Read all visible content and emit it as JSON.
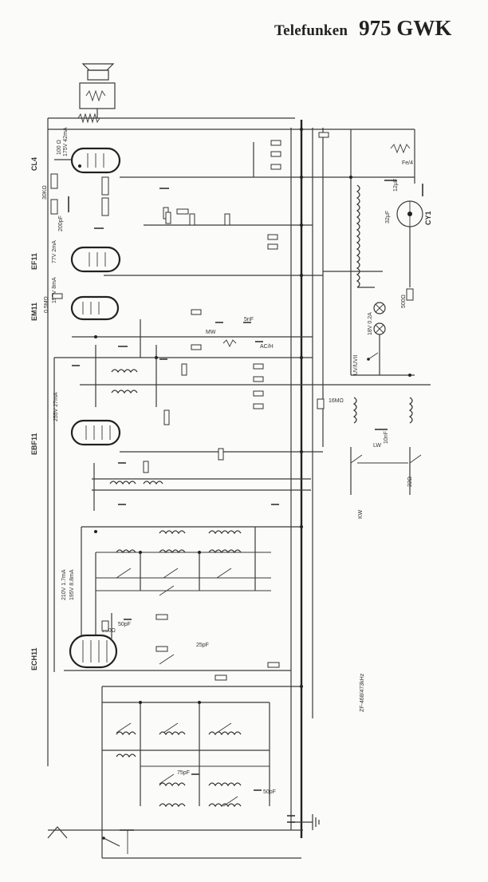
{
  "header": {
    "brand": "Telefunken",
    "model": "975 GWK"
  },
  "tubes": [
    {
      "id": "cl4",
      "label": "CL4"
    },
    {
      "id": "ef11",
      "label": "EF11"
    },
    {
      "id": "em11",
      "label": "EM11"
    },
    {
      "id": "ebf11",
      "label": "EBF11"
    },
    {
      "id": "ech11",
      "label": "ECH11"
    },
    {
      "id": "cy1",
      "label": "CY1"
    }
  ],
  "labels": {
    "v175": "175V 42mA",
    "r100": "100 Ω",
    "r30": "30KΩ",
    "c200pf": "200pF",
    "ef_v": "77V 2mA",
    "em_v": "197V 8mA",
    "em_r": "0.5MΩ",
    "ebf_v": "255V 27mA",
    "ech_v": "210V 1.7mA",
    "ech_v2": "195V 8.8mA",
    "ech_c": "50pF",
    "ech_r": "250Ω",
    "r16": "16MΩ",
    "c50pf": "50pF",
    "c75": "75pF",
    "c25": "25pF",
    "uv": "UV/UVII",
    "kw": "KW",
    "lw": "LW",
    "fuse": "Fe/4",
    "c12": "12μF",
    "c32": "32μF",
    "lamp": "18V 0.2A",
    "r500": "500Ω",
    "r22": "22Ω",
    "c10": "10nF",
    "c5": "5nF",
    "mw": "MW",
    "ach": "AC/H",
    "cat": "ZF-468/473kHz"
  }
}
